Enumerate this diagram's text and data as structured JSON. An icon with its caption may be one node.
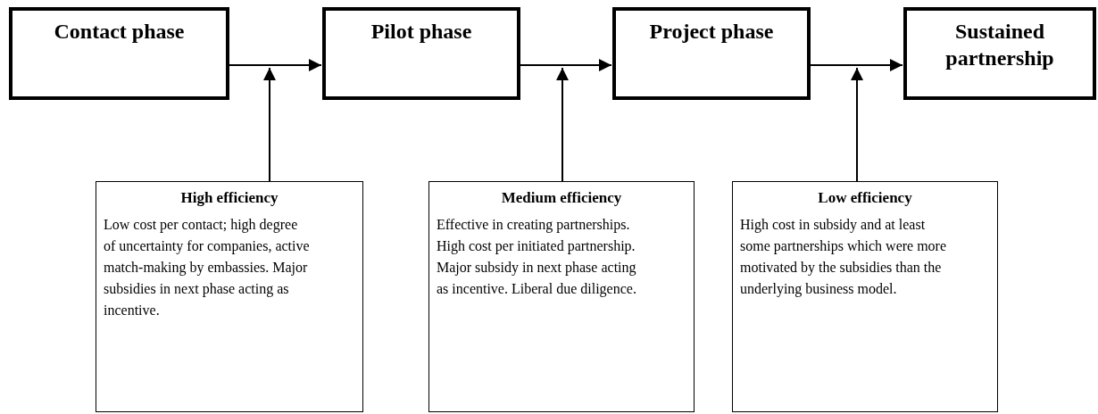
{
  "diagram": {
    "nodes": [
      {
        "text": [
          "Contact phase"
        ]
      },
      {
        "text": [
          "Pilot phase"
        ]
      },
      {
        "text": [
          "Project phase"
        ]
      },
      {
        "text": [
          "Sustained partnership"
        ]
      },
      {
        "text": [
          "High efficiency",
          "Low cost per contact; high degree of uncertainty for companies, active match-making by embassies. Major subsidies in next phase acting as incentive."
        ]
      },
      {
        "text": [
          "Medium efficiency",
          "Effective in creating partnerships. High cost per initiated partnership. Major subsidy in next phase acting as incentive. Liberal due diligence."
        ]
      },
      {
        "text": [
          "Low efficiency",
          "High cost in subsidy and at least some partnerships which were more motivated by the subsidies than the underlying business model."
        ]
      }
    ],
    "edges": [
      {
        "from": 0,
        "to": 1,
        "arrow": "to"
      },
      {
        "from": 1,
        "to": 2,
        "arrow": "to"
      },
      {
        "from": 2,
        "to": 3,
        "arrow": "to"
      },
      {
        "from": 4,
        "to": null,
        "arrow": "to"
      },
      {
        "from": 5,
        "to": null,
        "arrow": "to"
      },
      {
        "from": 6,
        "to": null,
        "arrow": "to"
      }
    ]
  }
}
